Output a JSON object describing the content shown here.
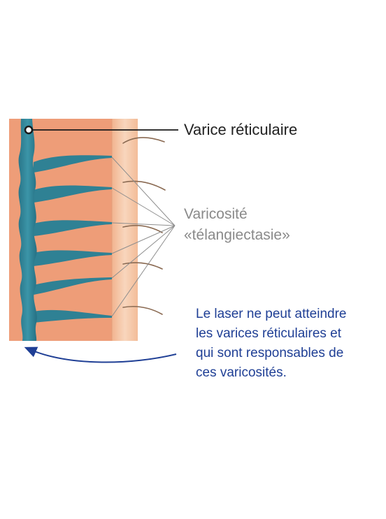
{
  "labels": {
    "reticular_vein": "Varice réticulaire",
    "varicosity_line1": "Varicosité",
    "varicosity_line2": "«télangiectasie»",
    "note_line1": "Le laser ne peut atteindre",
    "note_line2": "les varices réticulaires  et",
    "note_line3": "qui sont responsables de",
    "note_line4": "ces varicosités."
  },
  "colors": {
    "tissue": "#ee9d78",
    "skin_surface": "#f6c9ab",
    "vein": "#2f8194",
    "vein_dark": "#1f6f82",
    "hair": "#8a6a52",
    "pointer_lines": "#8e8e8e",
    "note_text": "#1f3f95",
    "arrow": "#1f3f95"
  }
}
